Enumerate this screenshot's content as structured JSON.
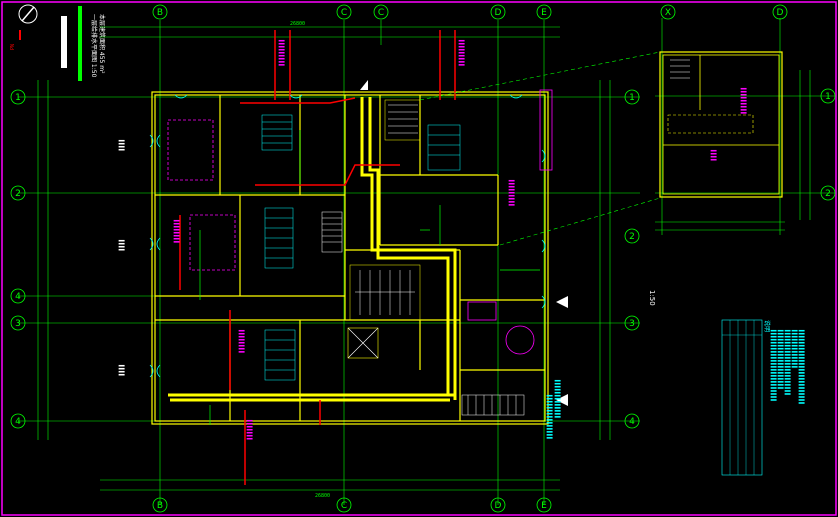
{
  "drawing": {
    "title_line_1": "一层给排水平面图 1:50",
    "title_line_2": "本层建筑面积 455 m²",
    "scale_text": "1:50",
    "colors": {
      "background": "#000000",
      "border": "#ff00ff",
      "axis": "#00ff00",
      "wall": "#ffff00",
      "pipe_red": "#ff0000",
      "pipe_magenta": "#ff00ff",
      "annotation_cyan": "#00ffff",
      "leader_green": "#00ff00",
      "white": "#ffffff"
    },
    "axis_labels_top": [
      "B",
      "C",
      "C",
      "D",
      "E"
    ],
    "axis_labels_top_ids": [
      "B",
      "C",
      "Cx",
      "D",
      "E"
    ],
    "axis_labels_left": [
      "1",
      "2",
      "4",
      "3",
      "4"
    ],
    "axis_labels_right": [
      "1",
      "2",
      "3",
      "4"
    ],
    "detail_axis_top": [
      "X",
      "D"
    ],
    "detail_axis_right": [
      "1",
      "2"
    ],
    "dim_top": "26800",
    "dim_bottom": "26800",
    "notes_label": "说明"
  }
}
